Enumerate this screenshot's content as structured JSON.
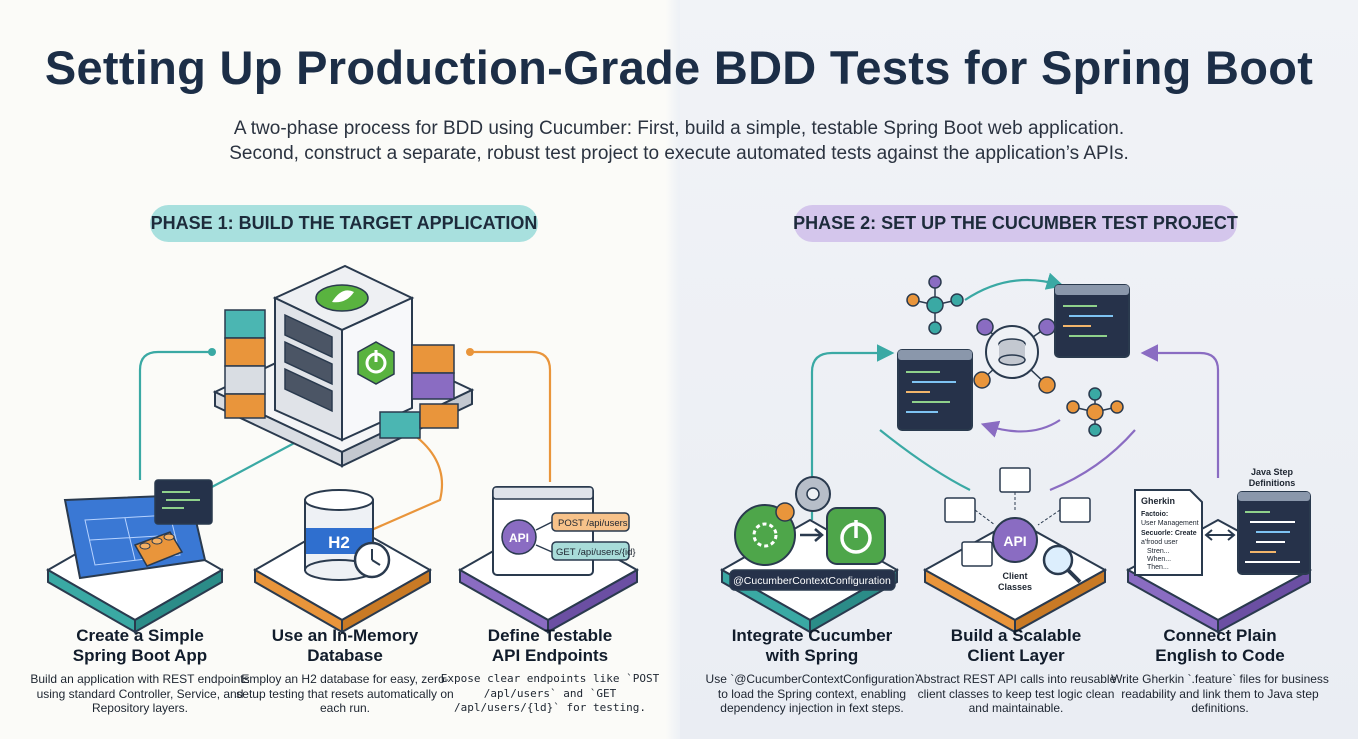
{
  "header": {
    "title": "Setting Up Production-Grade BDD Tests for Spring Boot",
    "subtitle_line1": "A two-phase process for BDD using Cucumber: First, build a simple, testable Spring Boot web application.",
    "subtitle_line2": "Second, construct a separate, robust test project to execute automated tests against the application’s APIs."
  },
  "phases": {
    "phase1_label": "PHASE 1: BUILD THE TARGET APPLICATION",
    "phase2_label": "PHASE 2: SET UP THE CUCUMBER TEST PROJECT"
  },
  "steps": [
    {
      "title_line1": "Create a Simple",
      "title_line2": "Spring Boot App",
      "desc": "Build an application with REST endpoints using standard Controller, Service, and Repository layers."
    },
    {
      "title_line1": "Use an In-Memory",
      "title_line2": "Database",
      "desc": "Employ an H2 database for easy, zero-setup testing that resets automatically on each run."
    },
    {
      "title_line1": "Define Testable",
      "title_line2": "API Endpoints",
      "desc": "Expose clear endpoints like `POST /apl/users` and `GET /apl/users/{ld}` for testing."
    },
    {
      "title_line1": "Integrate Cucumber",
      "title_line2": "with Spring",
      "desc": "Use `@CucumberContextConfiguration` to load the Spring context, enabling dependency injection in fext steps."
    },
    {
      "title_line1": "Build a Scalable",
      "title_line2": "Client Layer",
      "desc": "Abstract REST API calls into reusable client classes to keep test logic clean and maintainable."
    },
    {
      "title_line1": "Connect Plain",
      "title_line2": "English to Code",
      "desc": "Write Gherkin `.feature` files for business readability and link them to Java step definitions."
    }
  ],
  "illustrations": {
    "db_label": "H2",
    "api_label": "API",
    "post_endpoint": "POST /api/users",
    "get_endpoint": "GET /api/users/{id}",
    "cucumber_annotation": "@CucumberContextConfiguration",
    "client_api_label": "API",
    "client_classes_line1": "Client",
    "client_classes_line2": "Classes",
    "java_step_line1": "Java Step",
    "java_step_line2": "Definitions",
    "gherkin_title": "Gherkin",
    "gherkin_line1": "Factoio:",
    "gherkin_line2": "User Management",
    "gherkin_line3": "Secuorle: Create",
    "gherkin_line4": "a'frood user",
    "gherkin_line5": "Stren...",
    "gherkin_line6": "When...",
    "gherkin_line7": "Then..."
  },
  "colors": {
    "teal": "#3aa9a4",
    "orange": "#e9953b",
    "purple": "#8a6cc2",
    "blue": "#2f6fcf",
    "green": "#4ea64a",
    "navy": "#1c2e47"
  }
}
